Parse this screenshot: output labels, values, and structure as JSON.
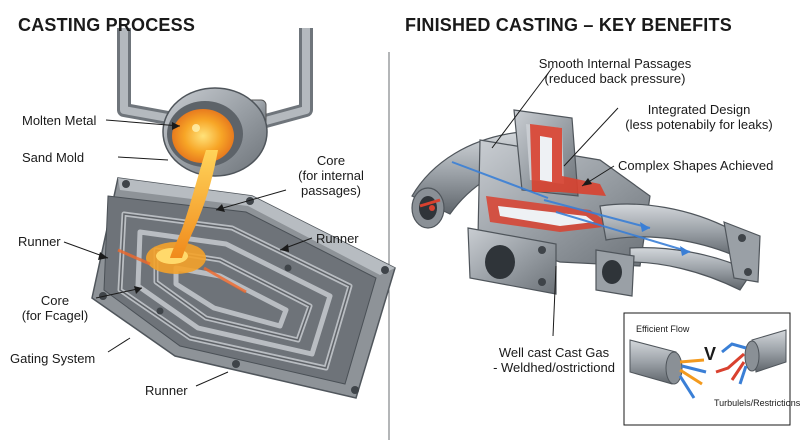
{
  "headings": {
    "left": "CASTING PROCESS",
    "right": "FINISHED CASTING – KEY BENEFITS"
  },
  "left_labels": {
    "molten_metal": "Molten Metal",
    "sand_mold": "Sand Mold",
    "core_top_1": "Core",
    "core_top_2": "(for internal",
    "core_top_3": "passages)",
    "runner_left": "Runner",
    "runner_right": "Runner",
    "core_left_1": "Core",
    "core_left_2": "(for Fcagel)",
    "gating_system": "Gating System",
    "runner_bottom": "Runner"
  },
  "right_labels": {
    "smooth_1": "Smooth Internal Passages",
    "smooth_2": "(reduced back pressure)",
    "integrated_1": "Integrated Design",
    "integrated_2": "(less potenabily for leaks)",
    "complex": "Complex Shapes Achieved",
    "wellcast_1": "Well cast Cast Gas",
    "wellcast_2": "- Weldhed/ostrictiond"
  },
  "inset": {
    "efficient": "Efficient Flow",
    "vs": "V",
    "turbulent": "Turbulels/Restrictions"
  },
  "colors": {
    "metal_gray": "#8d9298",
    "molten_orange": "#f39a1e",
    "cut_red": "#d9412f",
    "flow_blue": "#3a7fd6"
  }
}
